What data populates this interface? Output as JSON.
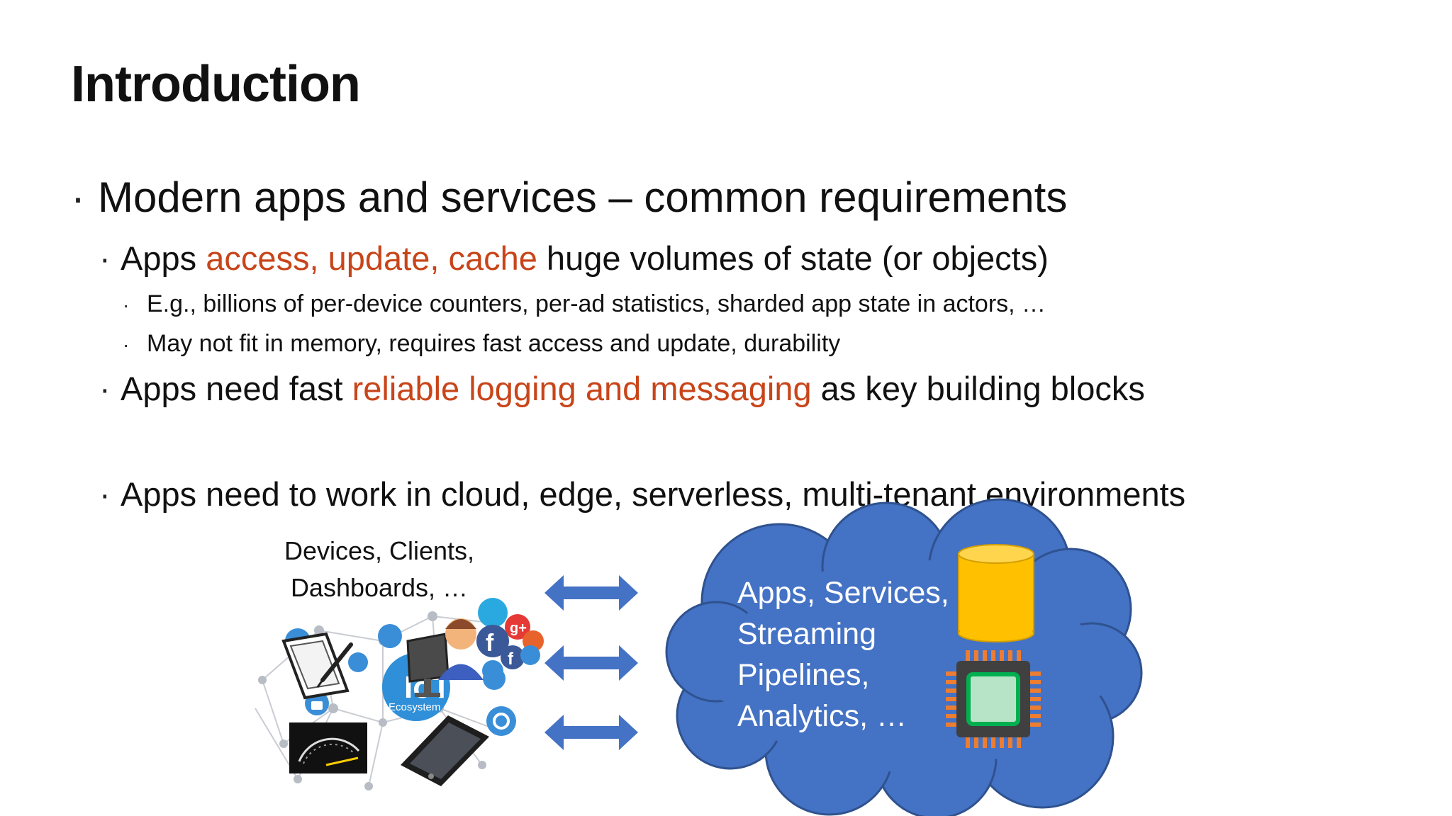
{
  "slide": {
    "title": "Introduction",
    "bullets": {
      "main": "Modern apps and services – common requirements",
      "sub1": {
        "prefix": "Apps ",
        "highlight": "access, update, cache",
        "suffix": " huge volumes of state (or objects)"
      },
      "sub1_items": [
        "E.g., billions of per-device counters, per-ad statistics, sharded app state in actors, …",
        "May not fit in memory, requires fast access and update, durability"
      ],
      "sub2": {
        "prefix": "Apps need fast ",
        "highlight": "reliable logging and messaging",
        "suffix": " as key building blocks"
      },
      "sub3": "Apps need to work in cloud, edge, serverless, multi-tenant environments"
    },
    "bullet_glyph": "·"
  },
  "diagram": {
    "clients_caption_line1": "Devices, Clients,",
    "clients_caption_line2": "Dashboards, …",
    "cloud_lines": [
      "Apps, Services,",
      "Streaming",
      "Pipelines,",
      "Analytics, …"
    ],
    "iot_badge": "IoT",
    "iot_badge_sub": "Ecosystem",
    "icons": [
      "tablet-pen-icon",
      "monitor-user-icon",
      "social-media-icons",
      "speedometer-icon",
      "smartphone-icon",
      "database-icon",
      "chip-icon"
    ]
  },
  "colors": {
    "accent": "#c8451a",
    "cloud_fill": "#4472c4",
    "arrow_fill": "#4472c4",
    "database_fill": "#ffc000",
    "chip_body": "#404040",
    "chip_pins": "#ed7d31",
    "chip_core": "#00b050"
  }
}
